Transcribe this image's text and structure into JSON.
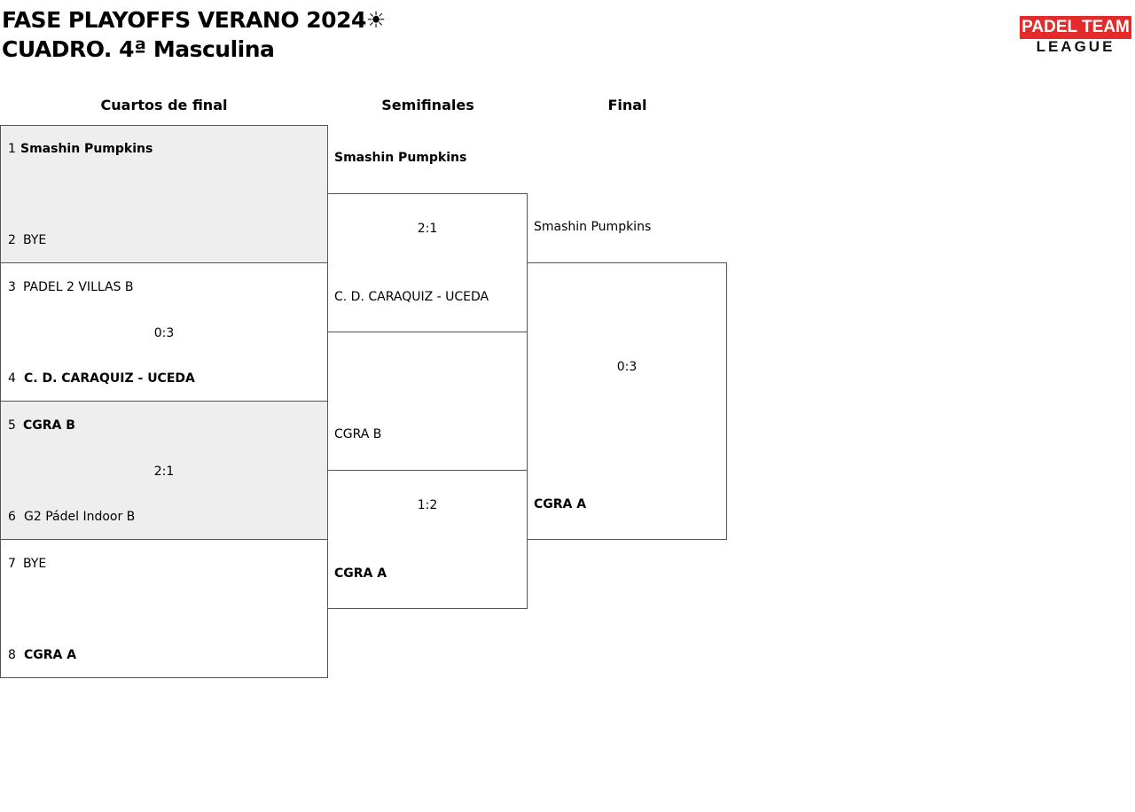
{
  "header": {
    "title_line1": "FASE PLAYOFFS VERANO 2024☀",
    "title_line2": "CUADRO. 4ª Masculina"
  },
  "logo": {
    "line1": "PADEL TEAM",
    "line2": "LEAGUE"
  },
  "rounds": {
    "quarterfinals": "Cuartos de final",
    "semifinals": "Semifinales",
    "final": "Final"
  },
  "quarterfinals": [
    {
      "seed_a": "1",
      "team_a": "Smashin Pumpkins",
      "seed_b": "2",
      "team_b": "BYE",
      "score": ""
    },
    {
      "seed_a": "3",
      "team_a": "PADEL 2 VILLAS B",
      "seed_b": "4",
      "team_b": "C. D. CARAQUIZ - UCEDA",
      "score": "0:3"
    },
    {
      "seed_a": "5",
      "team_a": "CGRA B",
      "seed_b": "6",
      "team_b": "G2 Pádel Indoor B",
      "score": "2:1"
    },
    {
      "seed_a": "7",
      "team_a": "BYE",
      "seed_b": "8",
      "team_b": "CGRA A",
      "score": ""
    }
  ],
  "semifinals": [
    {
      "team_a": "Smashin Pumpkins",
      "team_b": "C. D. CARAQUIZ - UCEDA",
      "score": "2:1"
    },
    {
      "team_a": "CGRA B",
      "team_b": "CGRA A",
      "score": "1:2"
    }
  ],
  "final": {
    "team_a": "Smashin Pumpkins",
    "team_b": "CGRA A",
    "score": "0:3"
  },
  "colors": {
    "shaded_row": "#eeeeee",
    "border": "#555555",
    "logo_red": "#e32b2b"
  }
}
